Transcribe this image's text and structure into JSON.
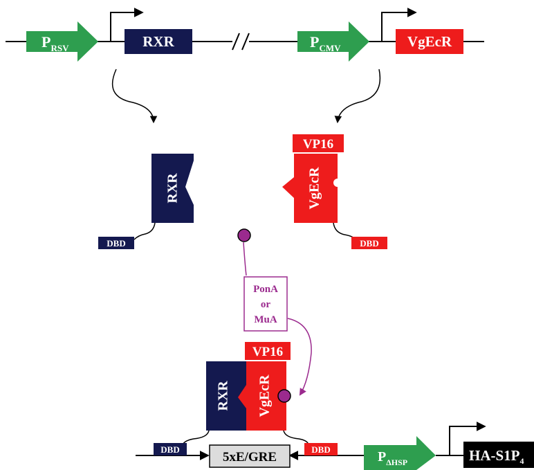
{
  "colors": {
    "promoter_green": "#2e9e4f",
    "rxr_navy": "#14194f",
    "ecr_red": "#ee1c1c",
    "ligand_purple": "#9b2a8e",
    "box_grey": "#dcdcdc",
    "reporter_black": "#000000"
  },
  "top_construct": {
    "promoter_rsv": {
      "main": "P",
      "sub": "RSV"
    },
    "gene_rxr": "RXR",
    "promoter_cmv": {
      "main": "P",
      "sub": "CMV"
    },
    "gene_vgecr": "VgEcR"
  },
  "middle": {
    "rxr_protein": "RXR",
    "rxr_dbd": "DBD",
    "vp16": "VP16",
    "vgecr_protein": "VgEcR",
    "vgecr_dbd": "DBD"
  },
  "ligand_box": {
    "line1": "PonA",
    "line2": "or",
    "line3": "MuA"
  },
  "complex": {
    "rxr": "RXR",
    "vp16": "VP16",
    "vgecr": "VgEcR",
    "dbd_left": "DBD",
    "dbd_right": "DBD"
  },
  "bottom_construct": {
    "response_element": "5xE/GRE",
    "promoter_ahsp": {
      "main": "P",
      "sub": "ΔHSP"
    },
    "reporter": "HA-S1P",
    "reporter_sub": "4"
  }
}
